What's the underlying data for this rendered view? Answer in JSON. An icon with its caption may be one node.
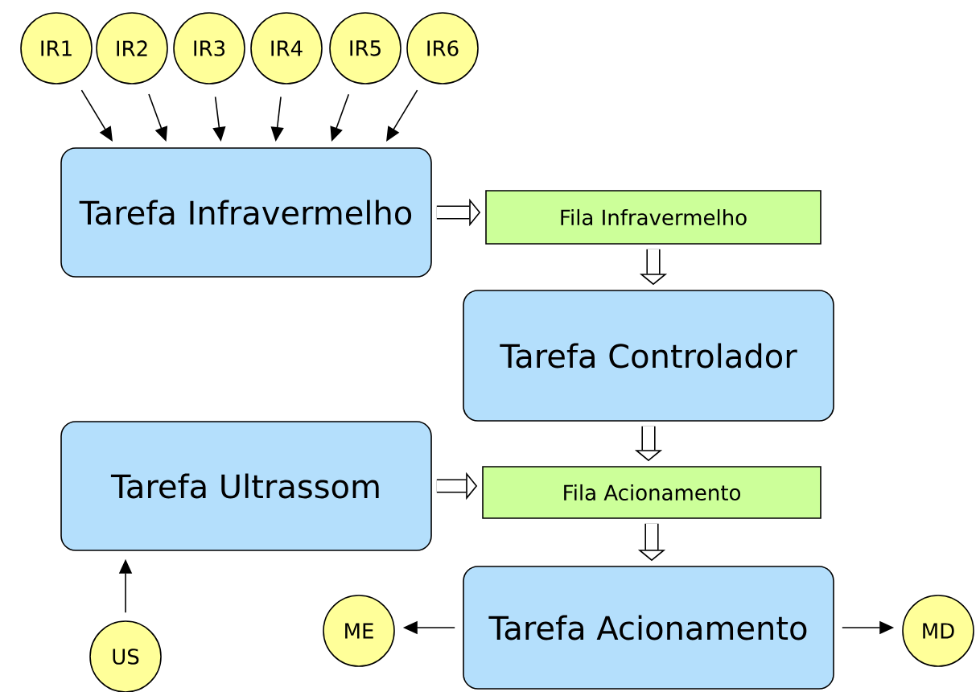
{
  "diagram": {
    "nodes": [
      {
        "text": [
          "IR1"
        ]
      },
      {
        "text": [
          "IR2"
        ]
      },
      {
        "text": [
          "IR3"
        ]
      },
      {
        "text": [
          "IR4"
        ]
      },
      {
        "text": [
          "IR5"
        ]
      },
      {
        "text": [
          "IR6"
        ]
      },
      {
        "text": [
          "Tarefa Infravermelho"
        ]
      },
      {
        "text": [
          "Fila Infravermelho"
        ]
      },
      {
        "text": [
          "Tarefa Controlador"
        ]
      },
      {
        "text": [
          "Tarefa Ultrassom"
        ]
      },
      {
        "text": [
          "Fila Acionamento"
        ]
      },
      {
        "text": [
          "Tarefa Acionamento"
        ]
      },
      {
        "text": [
          "US"
        ]
      },
      {
        "text": [
          "ME"
        ]
      },
      {
        "text": [
          "MD"
        ]
      }
    ],
    "edges": [
      {
        "from": 0,
        "to": 6,
        "arrow": "to"
      },
      {
        "from": 1,
        "to": 6,
        "arrow": "to"
      },
      {
        "from": 2,
        "to": 6,
        "arrow": "to"
      },
      {
        "from": 3,
        "to": 6,
        "arrow": "to"
      },
      {
        "from": 4,
        "to": 6,
        "arrow": "to"
      },
      {
        "from": 5,
        "to": 6,
        "arrow": "to"
      },
      {
        "from": 6,
        "to": 7,
        "arrow": "to",
        "style": "thick"
      },
      {
        "from": 7,
        "to": 8,
        "arrow": "to",
        "style": "thick"
      },
      {
        "from": 8,
        "to": 10,
        "arrow": "to",
        "style": "thick"
      },
      {
        "from": 9,
        "to": 10,
        "arrow": "to",
        "style": "thick"
      },
      {
        "from": 10,
        "to": 11,
        "arrow": "to",
        "style": "thick"
      },
      {
        "from": 12,
        "to": 9,
        "arrow": "to"
      },
      {
        "from": 11,
        "to": 13,
        "arrow": "to"
      },
      {
        "from": 11,
        "to": 14,
        "arrow": "to"
      }
    ]
  }
}
